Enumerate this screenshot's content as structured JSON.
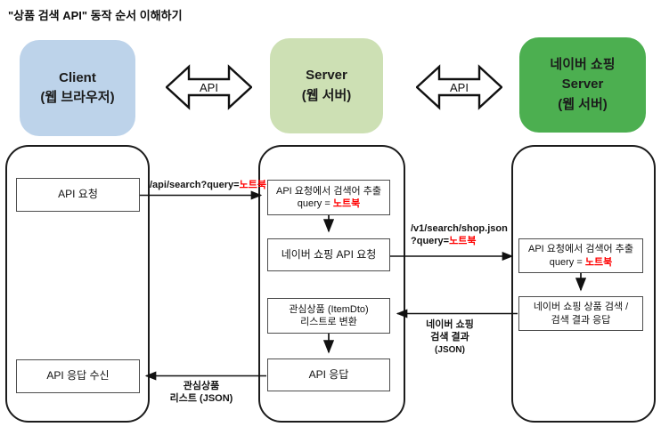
{
  "title": "\"상품 검색 API\" 동작 순서 이해하기",
  "api_label": "API",
  "colors": {
    "client_bg": "#BDD3EA",
    "server_bg": "#CDE0B4",
    "naver_bg": "#4CAF50",
    "highlight_red": "#FF0000",
    "lane_border": "#1C1C1C",
    "node_border": "#4D4D4D"
  },
  "actors": {
    "client": {
      "lines": [
        "Client",
        "(웹 브라우저)"
      ]
    },
    "server": {
      "lines": [
        "Server",
        "(웹 서버)"
      ]
    },
    "naver": {
      "lines": [
        "네이버 쇼핑",
        "Server",
        "(웹 서버)"
      ]
    }
  },
  "client_lane": {
    "api_request": "API 요청",
    "api_response_received": "API 응답 수신"
  },
  "server_lane": {
    "extract": {
      "line1": "API 요청에서 검색어 추출",
      "prefix": "query = ",
      "value": "노트북"
    },
    "naver_api_request": "네이버 쇼핑 API 요청",
    "convert": {
      "line1": "관심상품 (ItemDto)",
      "line2": "리스트로 변환"
    },
    "api_response": "API 응답"
  },
  "naver_lane": {
    "extract": {
      "line1": "API 요청에서 검색어 추출",
      "prefix": "query = ",
      "value": "노트북"
    },
    "search": {
      "line1": "네이버 쇼핑 상품 검색 /",
      "line2": "검색 결과 응답"
    }
  },
  "edges": {
    "client_to_server": {
      "prefix": "/api/search?query=",
      "value": "노트북"
    },
    "server_to_naver": {
      "line1": "/v1/search/shop.json",
      "prefix": "?query=",
      "value": "노트북"
    },
    "naver_to_server": {
      "lines": [
        "네이버 쇼핑",
        "검색 결과",
        "(JSON)"
      ]
    },
    "server_to_client": {
      "lines": [
        "관심상품",
        "리스트 (JSON)"
      ]
    }
  }
}
